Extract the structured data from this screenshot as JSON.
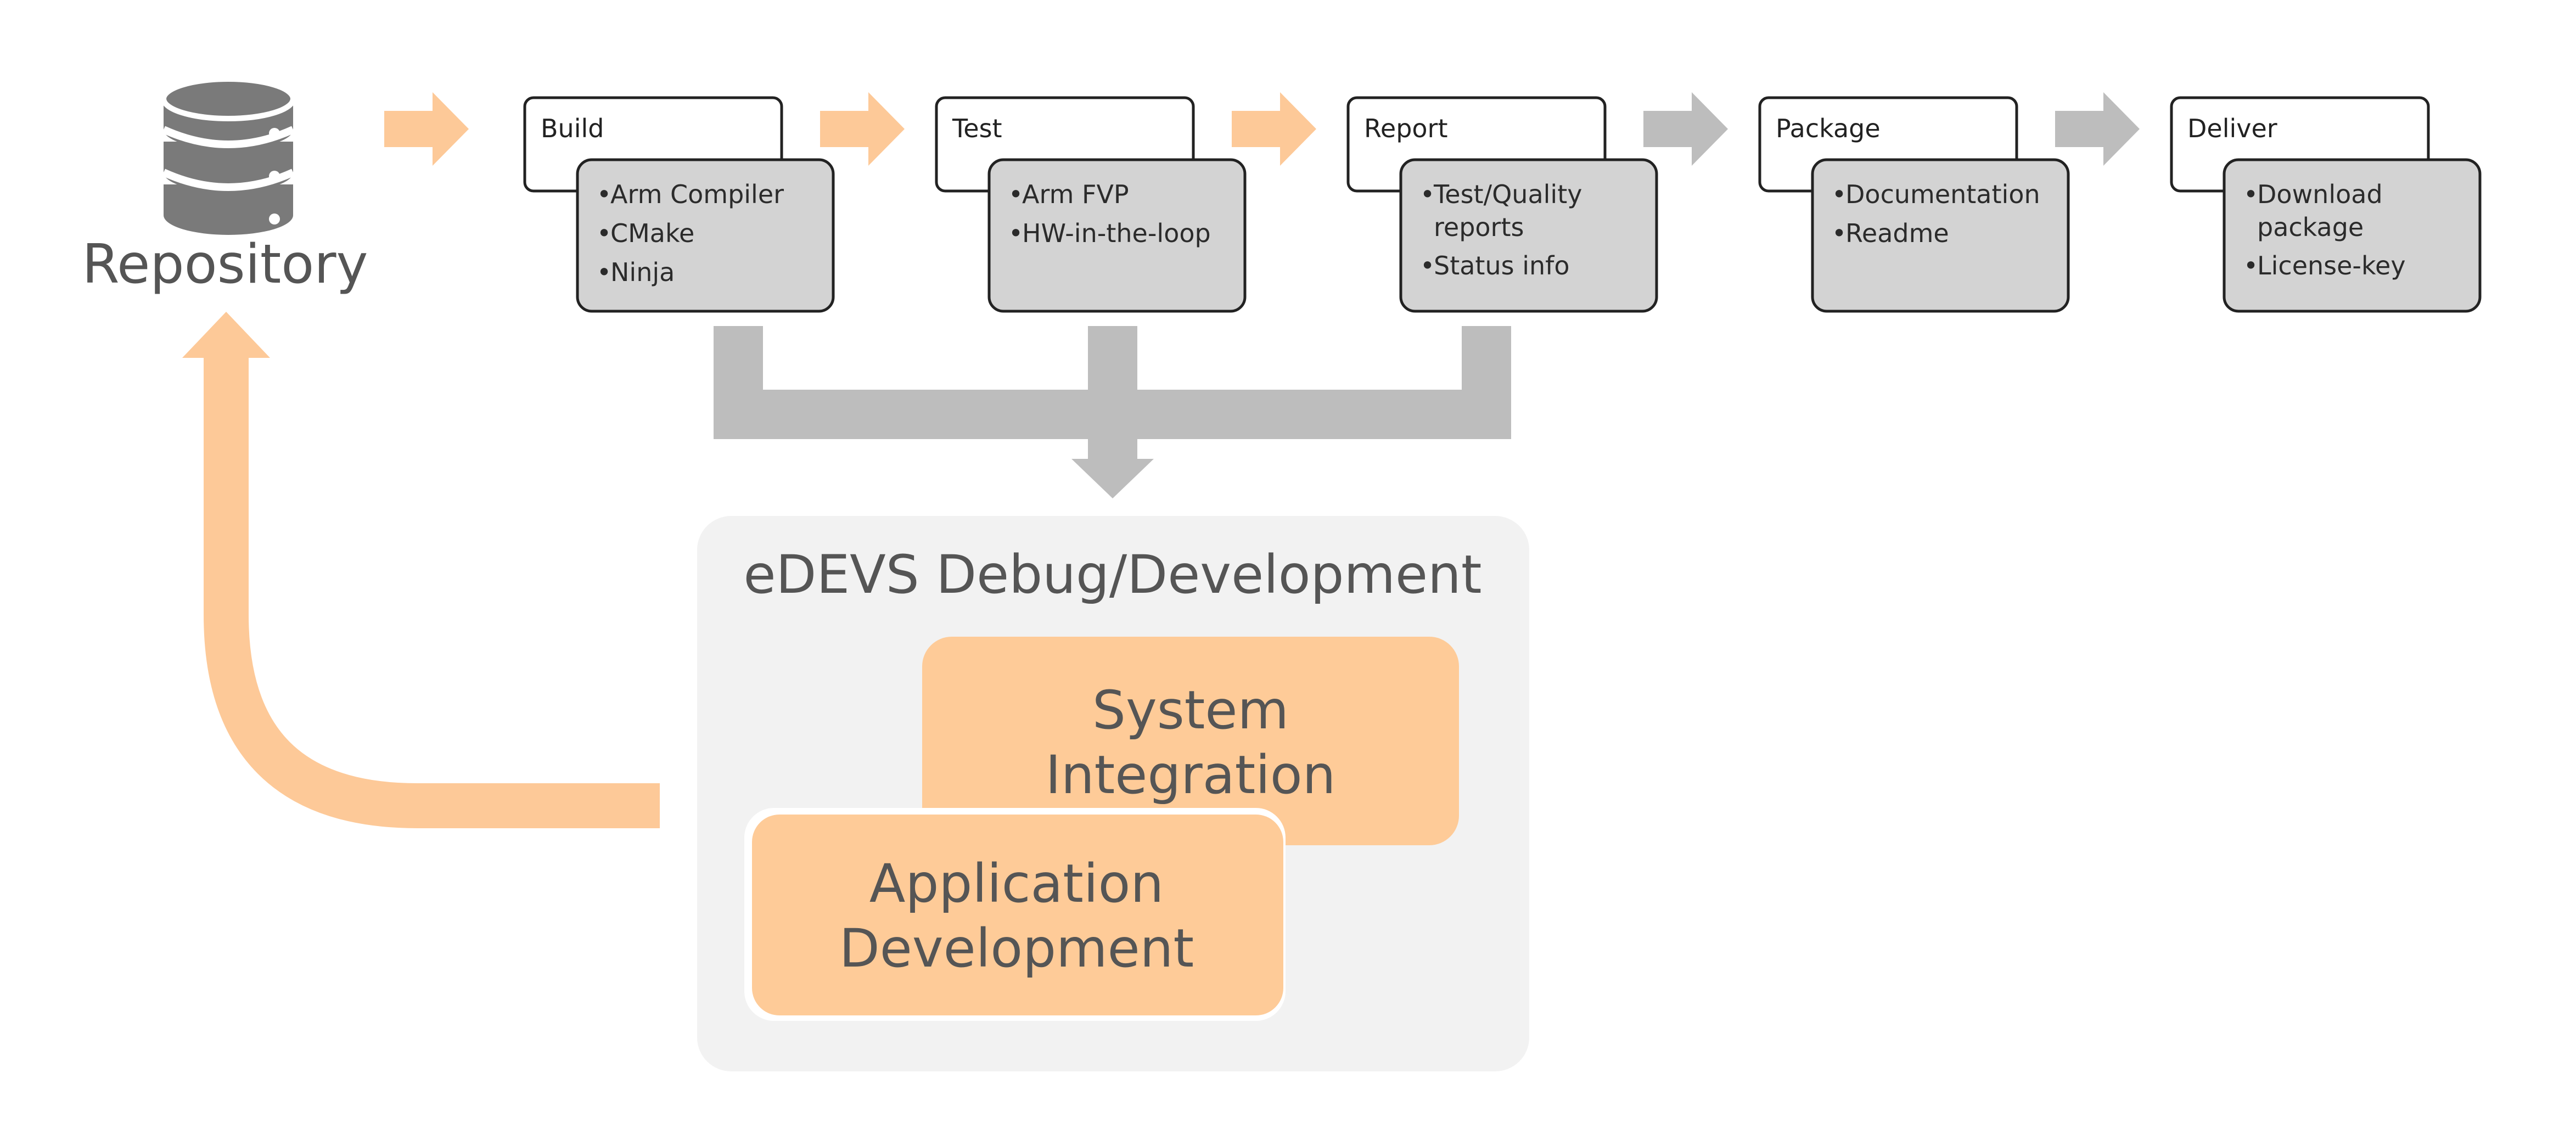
{
  "repository": {
    "icon": "database-icon",
    "label": "Repository"
  },
  "pipeline": [
    {
      "id": "build",
      "title": "Build",
      "items": [
        "Arm Compiler",
        "CMake",
        "Ninja"
      ],
      "arrow_color": "#fdc998"
    },
    {
      "id": "test",
      "title": "Test",
      "items": [
        "Arm FVP",
        "HW-in-the-loop"
      ],
      "arrow_color": "#fdc998"
    },
    {
      "id": "report",
      "title": "Report",
      "items": [
        "Test/Quality",
        "reports",
        "Status info"
      ],
      "arrow_color": "#fdc998"
    },
    {
      "id": "package",
      "title": "Package",
      "items": [
        "Documentation",
        "Readme"
      ],
      "arrow_color": "#bdbdbd"
    },
    {
      "id": "deliver",
      "title": "Deliver",
      "items": [
        "Download",
        "package",
        "License-key"
      ],
      "arrow_color": "#bdbdbd"
    }
  ],
  "development": {
    "title": "eDEVS Debug/Development",
    "system_integration": [
      "System",
      "Integration"
    ],
    "application_development": [
      "Application",
      "Development"
    ]
  },
  "colors": {
    "orange_arrow": "#fdc998",
    "gray_arrow": "#bdbdbd",
    "stage_detail_fill": "#d3d3d3",
    "dev_panel_fill": "#f2f2f2",
    "orange_box": "#fecb98",
    "icon_gray": "#7a7a7a"
  }
}
